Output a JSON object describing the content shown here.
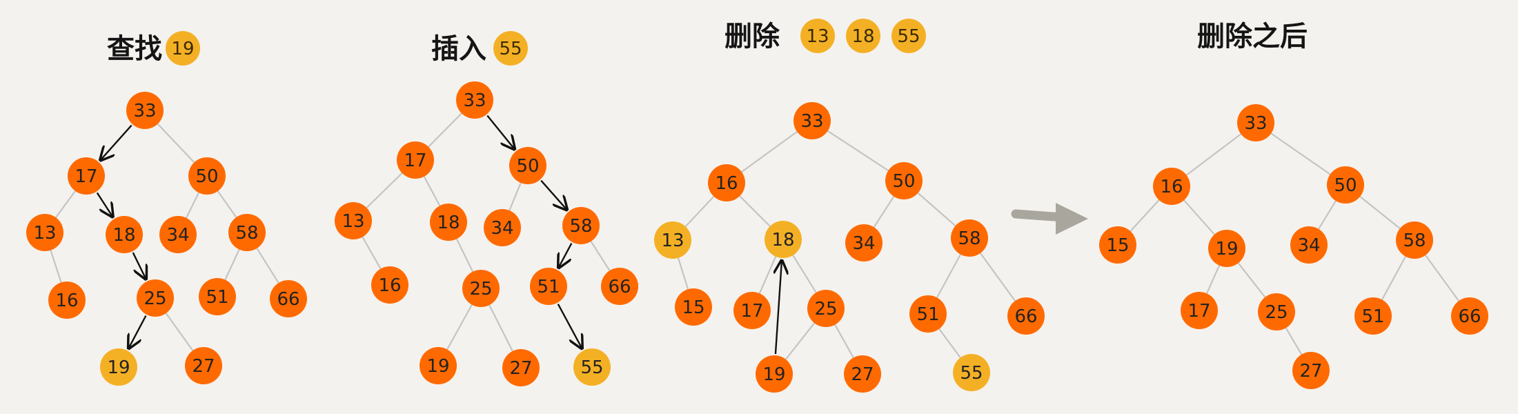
{
  "colors": {
    "background": "#f4f2ee",
    "node_default": "#ff6a00",
    "node_highlight": "#f4b025",
    "edge": "#c4c4c4",
    "arrow": "#111111",
    "big_arrow": "#a9a69e"
  },
  "panels": [
    {
      "id": "search",
      "title": "查找",
      "badges": [
        "19"
      ],
      "nodes": [
        {
          "id": "a33",
          "label": "33",
          "color": "default"
        },
        {
          "id": "a17",
          "label": "17",
          "color": "default"
        },
        {
          "id": "a50",
          "label": "50",
          "color": "default"
        },
        {
          "id": "a13",
          "label": "13",
          "color": "default"
        },
        {
          "id": "a18",
          "label": "18",
          "color": "default"
        },
        {
          "id": "a34",
          "label": "34",
          "color": "default"
        },
        {
          "id": "a58",
          "label": "58",
          "color": "default"
        },
        {
          "id": "a16",
          "label": "16",
          "color": "default"
        },
        {
          "id": "a25",
          "label": "25",
          "color": "default"
        },
        {
          "id": "a51",
          "label": "51",
          "color": "default"
        },
        {
          "id": "a66",
          "label": "66",
          "color": "default"
        },
        {
          "id": "a19",
          "label": "19",
          "color": "highlight"
        },
        {
          "id": "a27",
          "label": "27",
          "color": "default"
        }
      ],
      "edges": [
        [
          "a33",
          "a50"
        ],
        [
          "a17",
          "a13"
        ],
        [
          "a50",
          "a34"
        ],
        [
          "a50",
          "a58"
        ],
        [
          "a13",
          "a16"
        ],
        [
          "a58",
          "a51"
        ],
        [
          "a58",
          "a66"
        ],
        [
          "a25",
          "a27"
        ]
      ],
      "arrows": [
        [
          "a33",
          "a17"
        ],
        [
          "a17",
          "a18"
        ],
        [
          "a18",
          "a25"
        ],
        [
          "a25",
          "a19"
        ]
      ]
    },
    {
      "id": "insert",
      "title": "插入",
      "badges": [
        "55"
      ],
      "nodes": [
        {
          "id": "b33",
          "label": "33",
          "color": "default"
        },
        {
          "id": "b17",
          "label": "17",
          "color": "default"
        },
        {
          "id": "b50",
          "label": "50",
          "color": "default"
        },
        {
          "id": "b13",
          "label": "13",
          "color": "default"
        },
        {
          "id": "b18",
          "label": "18",
          "color": "default"
        },
        {
          "id": "b34",
          "label": "34",
          "color": "default"
        },
        {
          "id": "b58",
          "label": "58",
          "color": "default"
        },
        {
          "id": "b16",
          "label": "16",
          "color": "default"
        },
        {
          "id": "b25",
          "label": "25",
          "color": "default"
        },
        {
          "id": "b51",
          "label": "51",
          "color": "default"
        },
        {
          "id": "b66",
          "label": "66",
          "color": "default"
        },
        {
          "id": "b19",
          "label": "19",
          "color": "default"
        },
        {
          "id": "b27",
          "label": "27",
          "color": "default"
        },
        {
          "id": "b55",
          "label": "55",
          "color": "highlight"
        }
      ],
      "edges": [
        [
          "b33",
          "b17"
        ],
        [
          "b17",
          "b13"
        ],
        [
          "b17",
          "b18"
        ],
        [
          "b50",
          "b34"
        ],
        [
          "b13",
          "b16"
        ],
        [
          "b18",
          "b25"
        ],
        [
          "b58",
          "b66"
        ],
        [
          "b25",
          "b19"
        ],
        [
          "b25",
          "b27"
        ]
      ],
      "arrows": [
        [
          "b33",
          "b50"
        ],
        [
          "b50",
          "b58"
        ],
        [
          "b58",
          "b51"
        ],
        [
          "b51",
          "b55"
        ]
      ]
    },
    {
      "id": "delete",
      "title": "删除",
      "badges": [
        "13",
        "18",
        "55"
      ],
      "nodes": [
        {
          "id": "c33",
          "label": "33",
          "color": "default"
        },
        {
          "id": "c16",
          "label": "16",
          "color": "default"
        },
        {
          "id": "c50",
          "label": "50",
          "color": "default"
        },
        {
          "id": "c13",
          "label": "13",
          "color": "highlight"
        },
        {
          "id": "c18",
          "label": "18",
          "color": "highlight"
        },
        {
          "id": "c34",
          "label": "34",
          "color": "default"
        },
        {
          "id": "c58",
          "label": "58",
          "color": "default"
        },
        {
          "id": "c15",
          "label": "15",
          "color": "default"
        },
        {
          "id": "c17",
          "label": "17",
          "color": "default"
        },
        {
          "id": "c25",
          "label": "25",
          "color": "default"
        },
        {
          "id": "c51",
          "label": "51",
          "color": "default"
        },
        {
          "id": "c66",
          "label": "66",
          "color": "default"
        },
        {
          "id": "c19",
          "label": "19",
          "color": "default"
        },
        {
          "id": "c27",
          "label": "27",
          "color": "default"
        },
        {
          "id": "c55",
          "label": "55",
          "color": "highlight"
        }
      ],
      "edges": [
        [
          "c33",
          "c16"
        ],
        [
          "c33",
          "c50"
        ],
        [
          "c16",
          "c13"
        ],
        [
          "c16",
          "c18"
        ],
        [
          "c50",
          "c34"
        ],
        [
          "c50",
          "c58"
        ],
        [
          "c13",
          "c15"
        ],
        [
          "c18",
          "c17"
        ],
        [
          "c18",
          "c25"
        ],
        [
          "c58",
          "c51"
        ],
        [
          "c58",
          "c66"
        ],
        [
          "c25",
          "c19"
        ],
        [
          "c25",
          "c27"
        ],
        [
          "c51",
          "c55"
        ]
      ],
      "arrows": [
        [
          "c19",
          "c18"
        ]
      ]
    },
    {
      "id": "after",
      "title": "删除之后",
      "badges": [],
      "nodes": [
        {
          "id": "d33",
          "label": "33",
          "color": "default"
        },
        {
          "id": "d16",
          "label": "16",
          "color": "default"
        },
        {
          "id": "d50",
          "label": "50",
          "color": "default"
        },
        {
          "id": "d15",
          "label": "15",
          "color": "default"
        },
        {
          "id": "d19",
          "label": "19",
          "color": "default"
        },
        {
          "id": "d34",
          "label": "34",
          "color": "default"
        },
        {
          "id": "d58",
          "label": "58",
          "color": "default"
        },
        {
          "id": "d17",
          "label": "17",
          "color": "default"
        },
        {
          "id": "d25",
          "label": "25",
          "color": "default"
        },
        {
          "id": "d51",
          "label": "51",
          "color": "default"
        },
        {
          "id": "d66",
          "label": "66",
          "color": "default"
        },
        {
          "id": "d27",
          "label": "27",
          "color": "default"
        }
      ],
      "edges": [
        [
          "d33",
          "d16"
        ],
        [
          "d33",
          "d50"
        ],
        [
          "d16",
          "d15"
        ],
        [
          "d16",
          "d19"
        ],
        [
          "d50",
          "d34"
        ],
        [
          "d50",
          "d58"
        ],
        [
          "d19",
          "d17"
        ],
        [
          "d19",
          "d25"
        ],
        [
          "d58",
          "d51"
        ],
        [
          "d58",
          "d66"
        ],
        [
          "d25",
          "d27"
        ]
      ],
      "arrows": []
    }
  ]
}
